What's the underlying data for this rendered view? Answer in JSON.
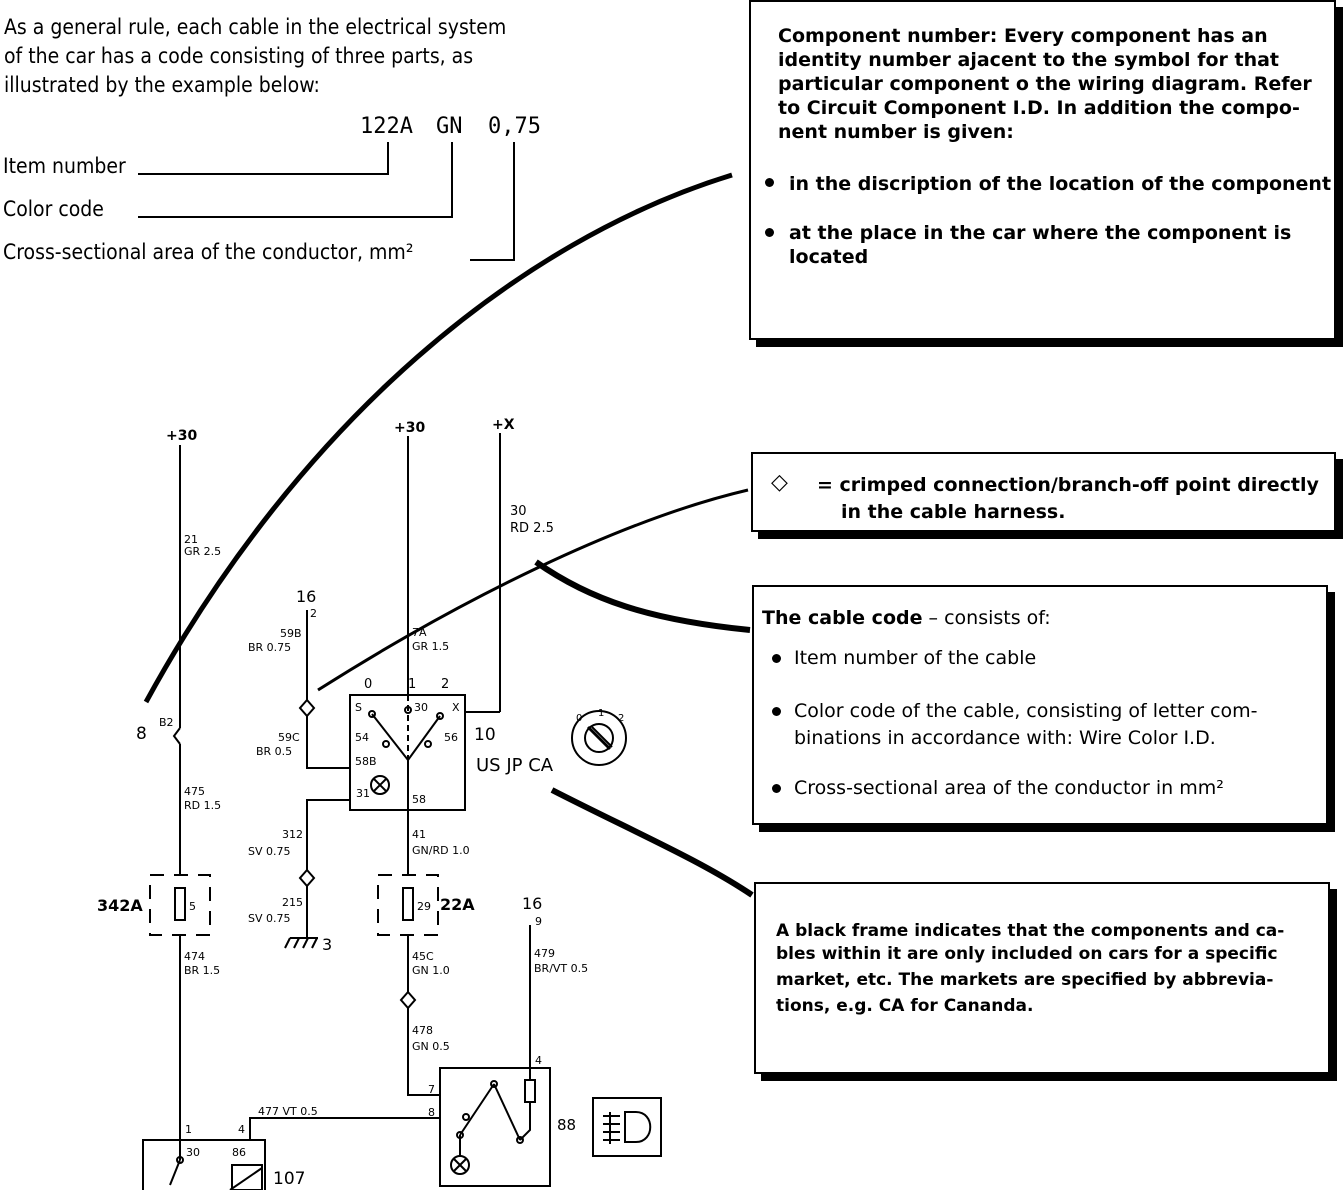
{
  "intro": {
    "line1": "As a general rule, each cable in the electrical system",
    "line2": "of the car has a code consisting of three parts, as",
    "line3": "illustrated by the example below:"
  },
  "example_code": {
    "item": "122A",
    "color": "GN",
    "area": "0,75"
  },
  "code_labels": {
    "item": "Item number",
    "color": "Color  code",
    "area": "Cross-sectional area of the conductor, mm²"
  },
  "component_box": {
    "line1": "Component number: Every component has an",
    "line2": "identity number ajacent to the symbol for that",
    "line3": "particular component o the wiring diagram. Refer",
    "line4": "to Circuit Component I.D. In addition the compo-",
    "line5": "nent number is given:",
    "bullet1": "in the discription of the location of the component",
    "bullet2_line1": "at the place in the car where the component is",
    "bullet2_line2": "located"
  },
  "crimp_box": {
    "symbol": "◇",
    "line1": "= crimped connection/branch-off point directly",
    "line2": "in the cable harness."
  },
  "cable_box": {
    "heading": "The cable code",
    "heading_rest": " – consists of:",
    "bullet1": "Item number of the cable",
    "bullet2_line1": "Color  code of the cable, consisting of letter com-",
    "bullet2_line2": "binations in accordance with: Wire Color I.D.",
    "bullet3": "Cross-sectional area of the conductor in mm²"
  },
  "frame_box": {
    "line1": "A black frame indicates that the components and ca-",
    "line2": "bles within it are only included on cars for a specific",
    "line3": "market, etc. The markets are specified by abbrevia-",
    "line4": "tions, e.g. CA for Cananda."
  },
  "diagram": {
    "terminal_30_left": "+30",
    "terminal_30_mid": "+30",
    "terminal_x": "+X",
    "w21": "21",
    "w21_spec": "GR 2.5",
    "w30": "30",
    "w30_spec": "RD 2.5",
    "n16a": "16",
    "n16a_pin": "2",
    "w59b": "59B",
    "w59b_spec": "BR  0.75",
    "w7a": "7A",
    "w7a_spec": "GR  1.5",
    "sw_pos0": "0",
    "sw_pos1": "1",
    "sw_pos2": "2",
    "sw_s": "S",
    "sw_30": "30",
    "sw_x": "X",
    "sw_54": "54",
    "sw_56": "56",
    "sw_58b": "58B",
    "sw_31": "31",
    "sw_58": "58",
    "comp10": "10",
    "markets": "US JP CA",
    "w59c": "59C",
    "w59c_spec": "BR  0.5",
    "conn8": "8",
    "conn8_pin": "B2",
    "w475": "475",
    "w475_spec": "RD  1.5",
    "w312": "312",
    "w312_spec": "SV  0.75",
    "w41": "41",
    "w41_spec": "GN/RD  1.0",
    "fuse342": "342A",
    "fuse342_pin": "5",
    "fuse22": "22A",
    "fuse22_pin": "29",
    "w215": "215",
    "w215_spec": "SV  0.75",
    "ground3": "3",
    "w474": "474",
    "w474_spec": "BR  1.5",
    "w45c": "45C",
    "w45c_spec": "GN  1.0",
    "n16b": "16",
    "n16b_pin": "9",
    "w479": "479",
    "w479_spec": "BR/VT  0.5",
    "w478": "478",
    "w478_spec": "GN  0.5",
    "w477": "477  VT  0.5",
    "relay_pin1": "1",
    "relay_pin4": "4",
    "relay_30": "30",
    "relay_86": "86",
    "comp107": "107",
    "sw88_pin7": "7",
    "sw88_pin8": "8",
    "sw88_pin4": "4",
    "comp88": "88",
    "key_0": "0",
    "key_1": "1",
    "key_2": "2"
  }
}
